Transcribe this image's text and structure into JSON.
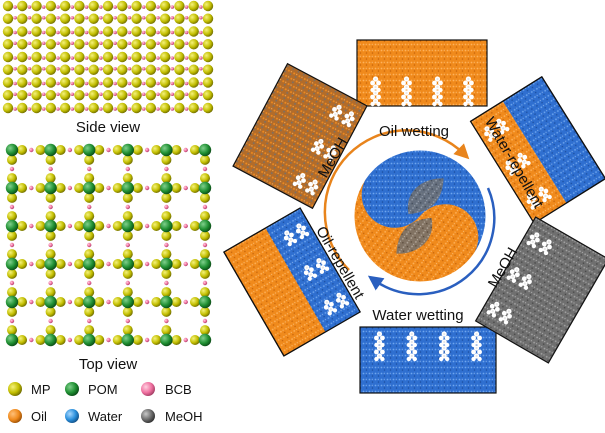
{
  "panels": {
    "side_view_label": "Side view",
    "top_view_label": "Top view"
  },
  "legend": {
    "row1": [
      {
        "name": "MP",
        "color": "#c8c400"
      },
      {
        "name": "POM",
        "color": "#1f8f32"
      },
      {
        "name": "BCB",
        "color": "#ef6f9f"
      }
    ],
    "row2": [
      {
        "name": "Oil",
        "color": "#f08a1c"
      },
      {
        "name": "Water",
        "color": "#2a8fdc"
      },
      {
        "name": "MeOH",
        "color": "#6b6b6b"
      }
    ]
  },
  "states": {
    "oil_wetting": "Oil wetting",
    "water_wetting": "Water wetting",
    "water_repellent": "Water-repellent",
    "oil_repellent": "Oil-repellent",
    "meoh_left": "MeOH",
    "meoh_right": "MeOH"
  },
  "colors": {
    "oil": "#f08a1c",
    "water": "#2f6fd0",
    "meoh": "#7a7a7a",
    "mp": "#c8c400",
    "pom": "#1f8f32",
    "bcb": "#ef6f9f",
    "arrow_orange": "#e8841c",
    "arrow_blue": "#2a5fbf"
  }
}
